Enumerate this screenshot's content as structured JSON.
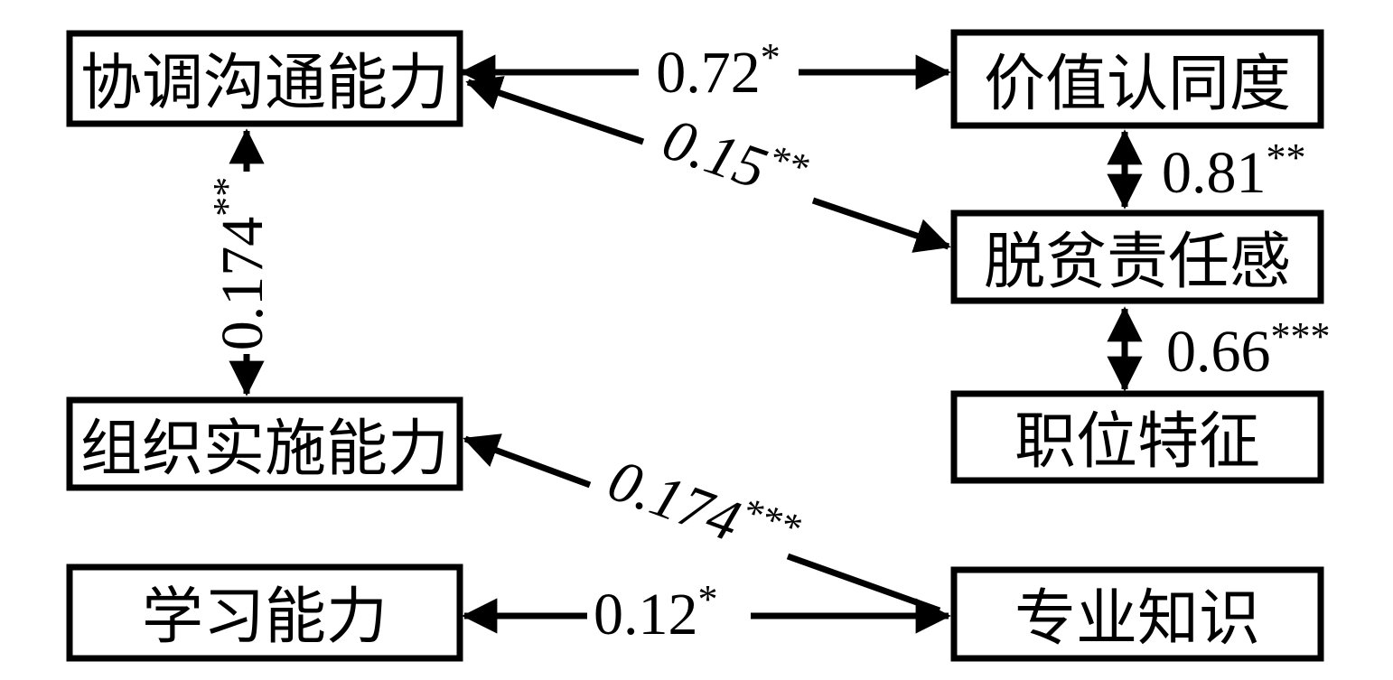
{
  "diagram": {
    "type": "correlation-path-diagram",
    "colors": {
      "background": "#ffffff",
      "box_border": "#000000",
      "line": "#000000",
      "text": "#000000"
    },
    "nodes": [
      {
        "id": "coordination",
        "label": "协调沟通能力"
      },
      {
        "id": "value-identity",
        "label": "价值认同度"
      },
      {
        "id": "responsibility",
        "label": "脱贫责任感"
      },
      {
        "id": "position",
        "label": "职位特征"
      },
      {
        "id": "organization",
        "label": "组织实施能力"
      },
      {
        "id": "learning",
        "label": "学习能力"
      },
      {
        "id": "knowledge",
        "label": "专业知识"
      }
    ],
    "edges": [
      {
        "from": "coordination",
        "to": "value-identity",
        "value": "0.72",
        "stars": "*",
        "arrow": "double-headed"
      },
      {
        "from": "coordination",
        "to": "responsibility",
        "value": "0.15",
        "stars": "**",
        "arrow": "double-headed"
      },
      {
        "from": "value-identity",
        "to": "responsibility",
        "value": "0.81",
        "stars": "**",
        "arrow": "double-headed"
      },
      {
        "from": "responsibility",
        "to": "position",
        "value": "0.66",
        "stars": "***",
        "arrow": "double-headed"
      },
      {
        "from": "coordination",
        "to": "organization",
        "value": "0.174",
        "stars": "**",
        "arrow": "double-headed"
      },
      {
        "from": "organization",
        "to": "knowledge",
        "value": "0.174",
        "stars": "***",
        "arrow": "double-headed"
      },
      {
        "from": "learning",
        "to": "knowledge",
        "value": "0.12",
        "stars": "*",
        "arrow": "double-headed"
      }
    ]
  }
}
